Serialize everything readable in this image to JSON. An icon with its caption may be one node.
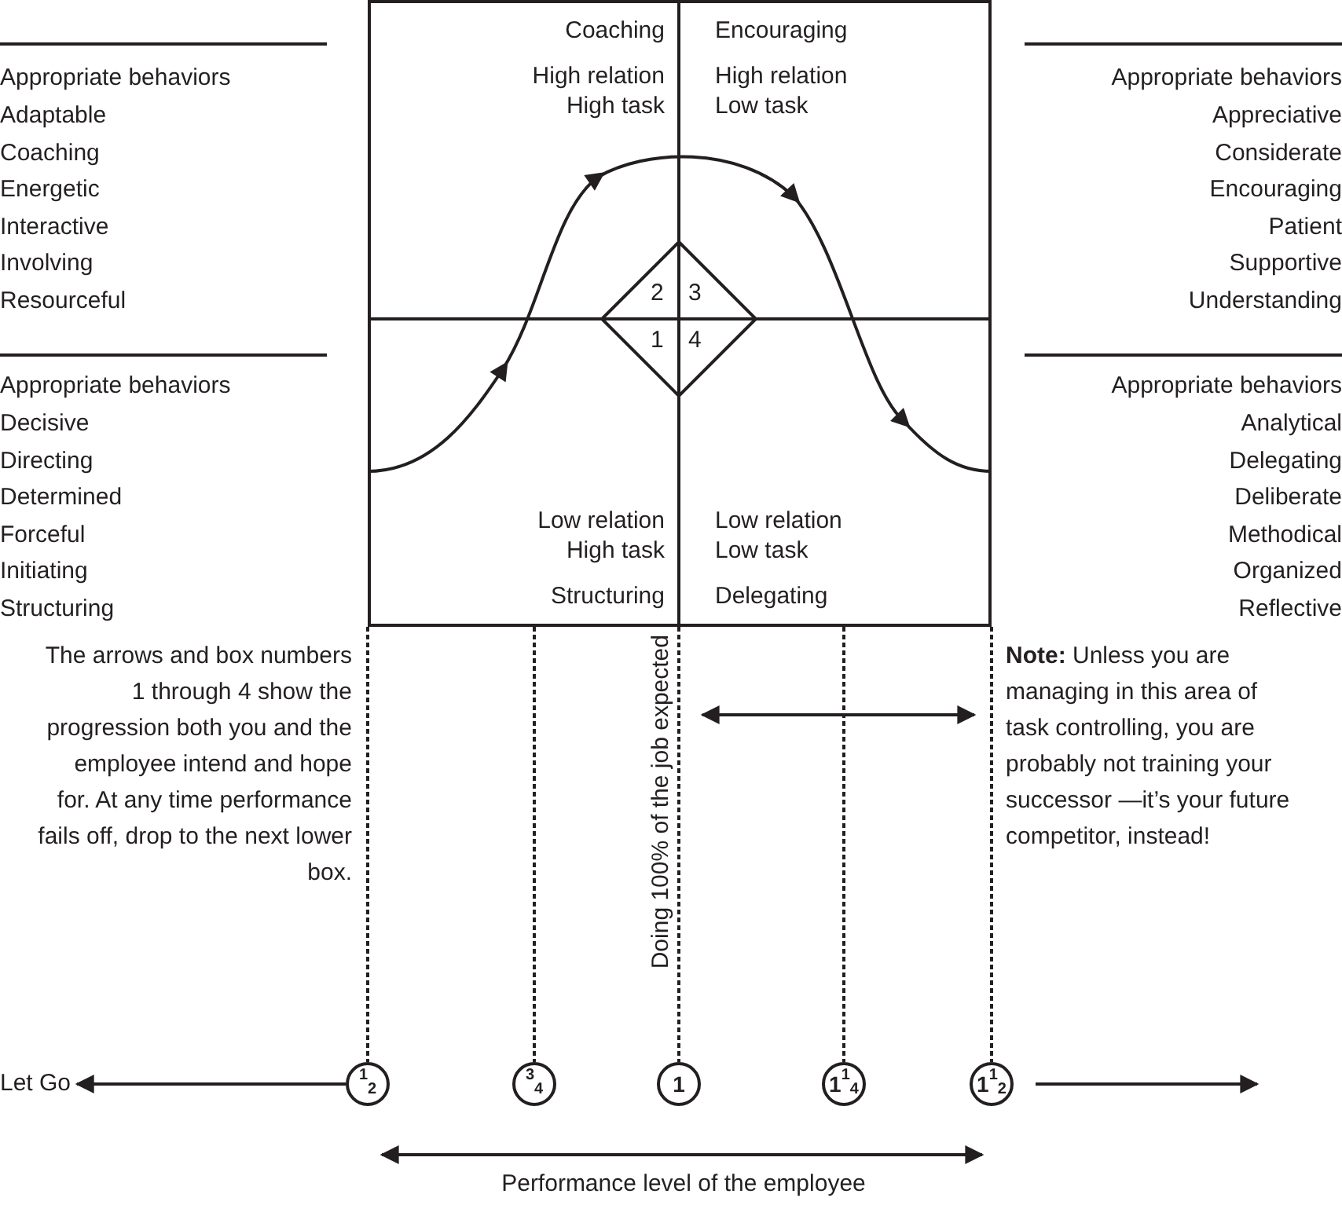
{
  "diagram": {
    "nodes": [
      {
        "text": [
          "Coaching",
          "High relation High task"
        ]
      },
      {
        "text": [
          "Encouraging",
          "High relation Low task"
        ]
      },
      {
        "text": [
          "Low relation High task",
          "Structuring"
        ]
      },
      {
        "text": [
          "Low relation Low task",
          "Delegating"
        ]
      },
      {
        "text": [
          "2",
          "3",
          "1",
          "4"
        ]
      },
      {
        "text": [
          "Let Go"
        ]
      },
      {
        "text": [
          "$^{1}$$_{2}$"
        ]
      },
      {
        "text": [
          "$^{3}$$_{4}$"
        ]
      },
      {
        "text": [
          "1"
        ]
      },
      {
        "text": [
          "1$^{1}$$_{4}$"
        ]
      },
      {
        "text": [
          "1$^{1}$$_{2}$"
        ]
      }
    ],
    "edges": [
      {
        "from": 6,
        "to": 5,
        "arrow": "to"
      },
      {
        "from": 10,
        "to": null,
        "arrow": "to"
      },
      {
        "from": 2,
        "to": 6,
        "arrow": "none",
        "style": "dashed"
      },
      {
        "from": 2,
        "to": 7,
        "arrow": "none",
        "style": "dashed"
      },
      {
        "from": 2,
        "to": 8,
        "arrow": "none",
        "style": "dashed"
      },
      {
        "from": 3,
        "to": 9,
        "arrow": "none",
        "style": "dashed"
      },
      {
        "from": 3,
        "to": 10,
        "arrow": "none",
        "style": "dashed"
      }
    ],
    "labels": [
      "Appropriate behaviors",
      "Adaptable",
      "Coaching",
      "Energetic",
      "Interactive",
      "Involving",
      "Resourceful",
      "Appropriate behaviors",
      "Appreciative",
      "Considerate",
      "Encouraging",
      "Patient",
      "Supportive",
      "Understanding",
      "Appropriate behaviors",
      "Decisive",
      "Directing",
      "Determined",
      "Forceful",
      "Initiating",
      "Structuring",
      "Appropriate behaviors",
      "Analytical",
      "Delegating",
      "Deliberate",
      "Methodical",
      "Organized",
      "Reflective",
      "The arrows and box numbers 1 through 4 show the progression both you and the employee intend and hope for. At any time performance fails off, drop to the next lower box.",
      "Doing 100% of the job expected",
      "**Note:** Unless you are managing in this area of task controlling, you are probably not training your successor —it’s your future competitor, instead!",
      "Performance level of the employee"
    ]
  }
}
